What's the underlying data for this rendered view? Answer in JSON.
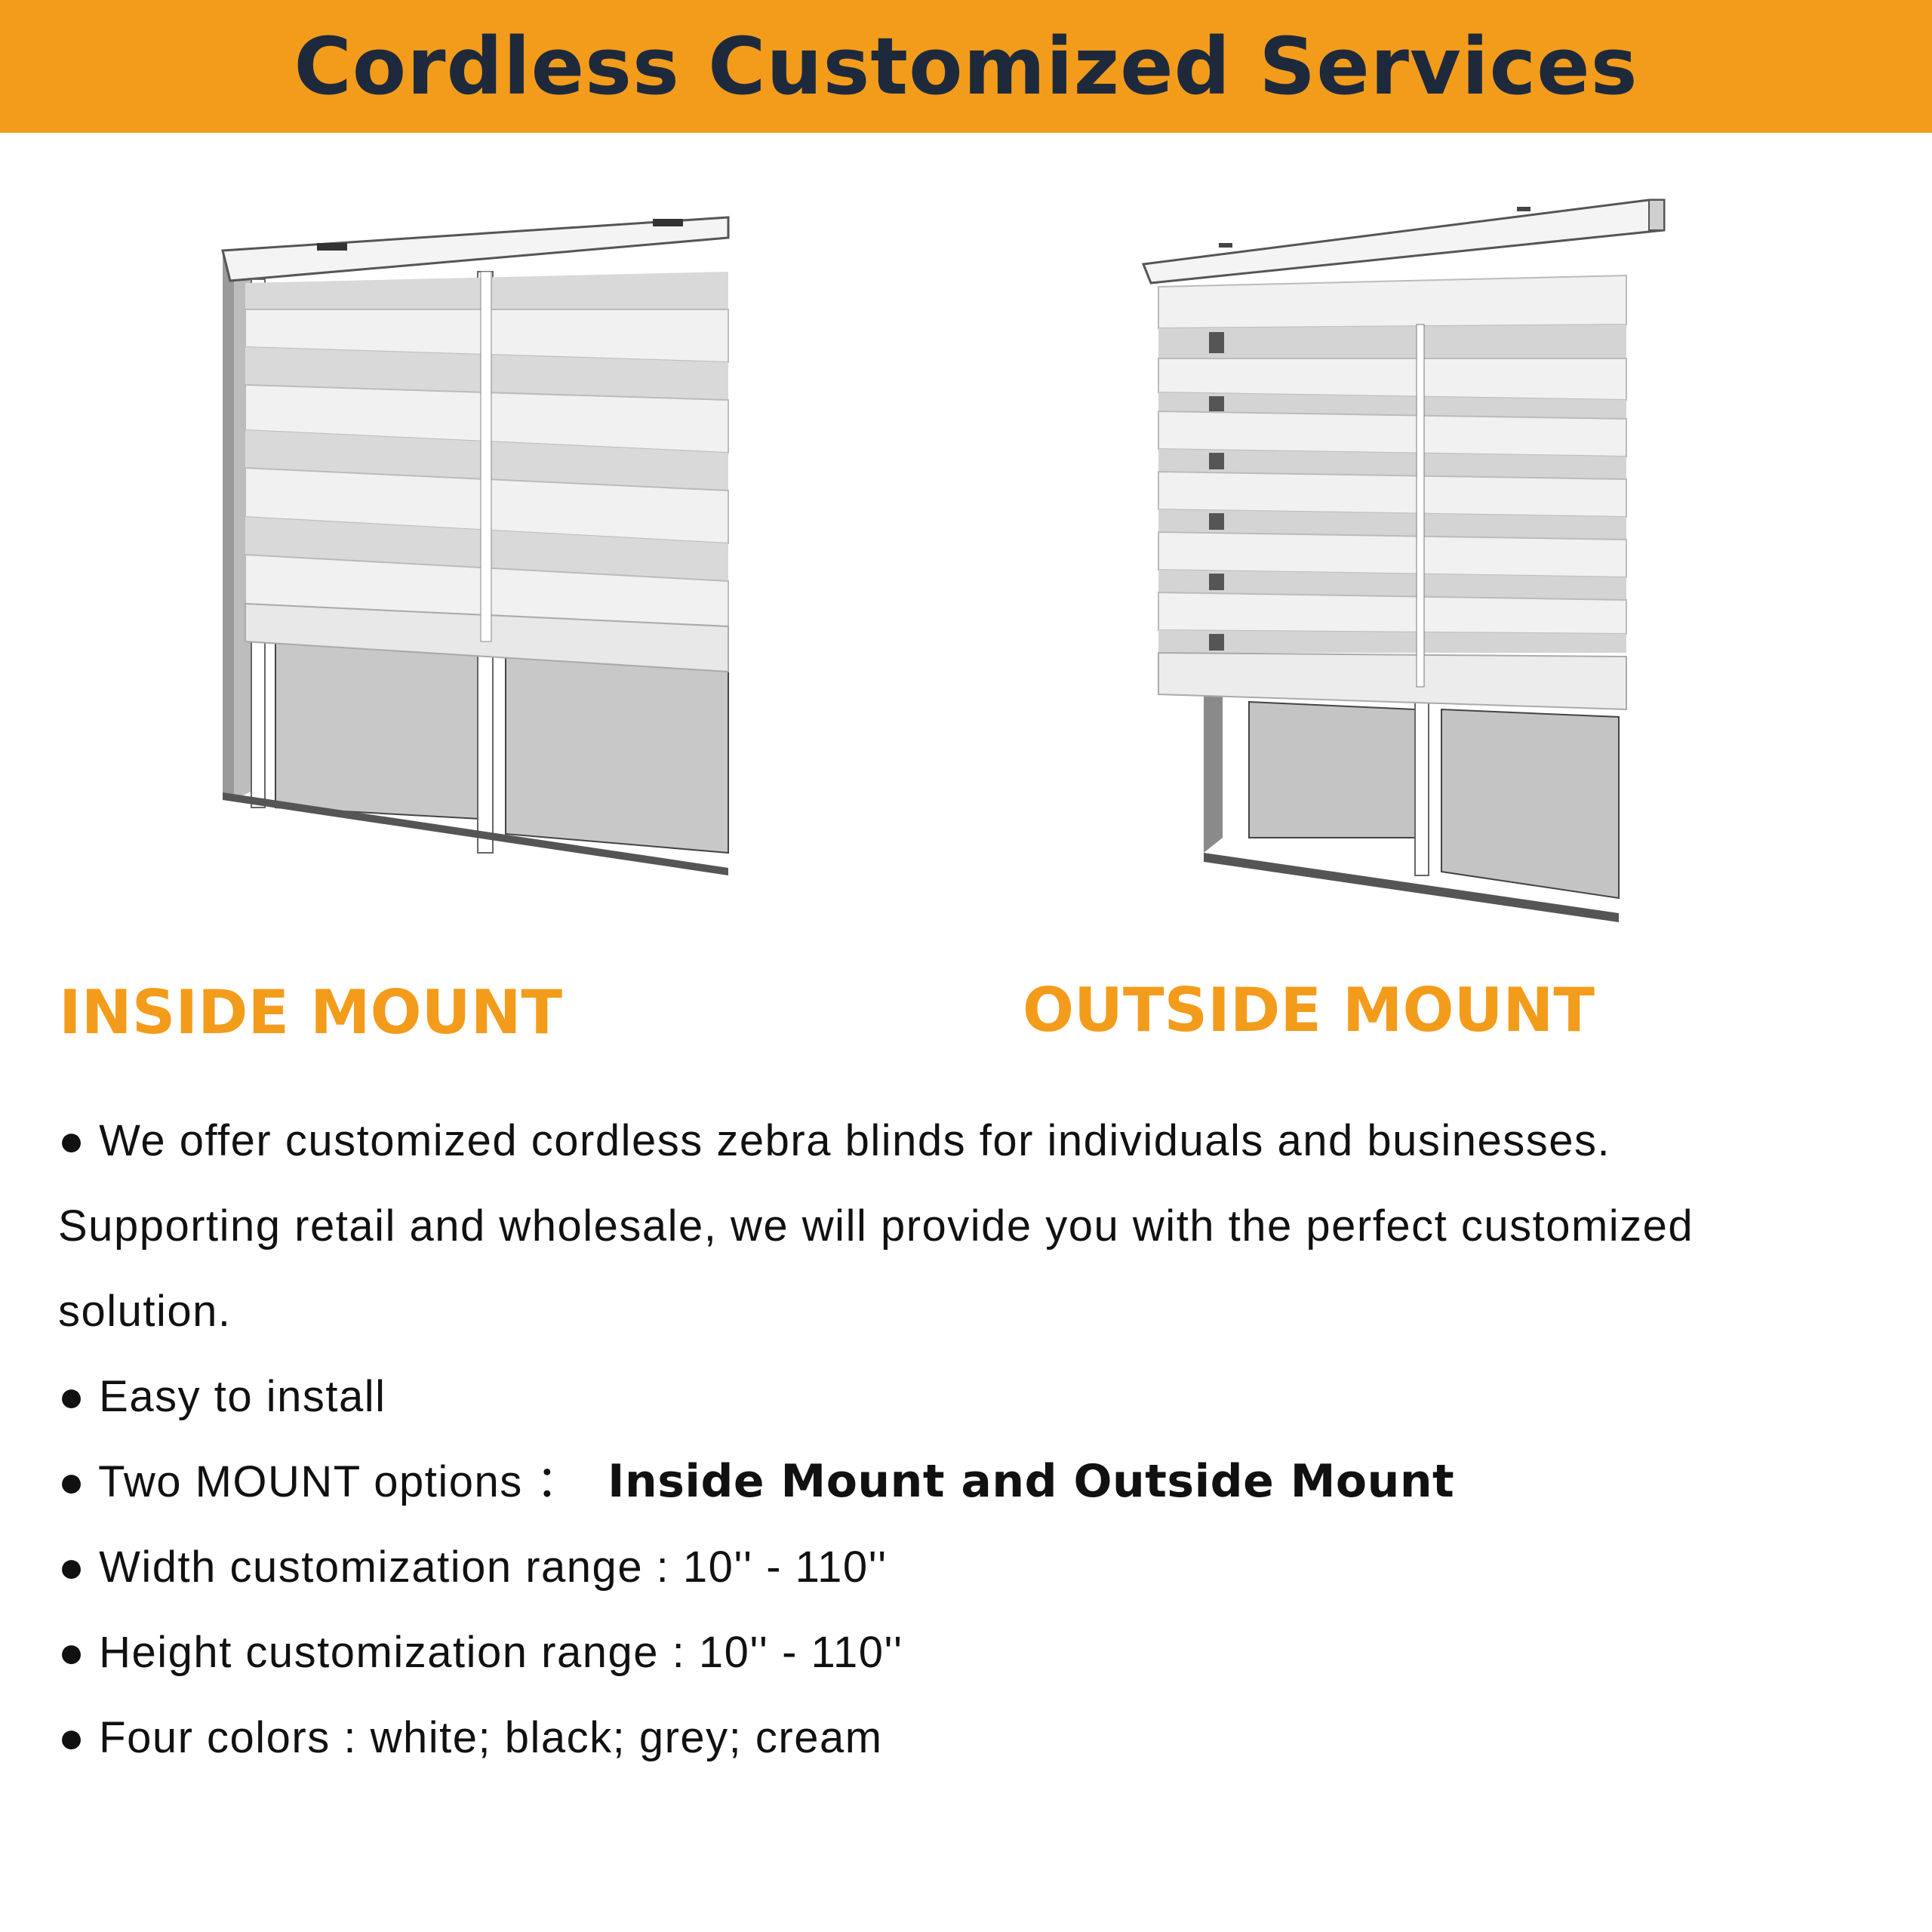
{
  "header": {
    "title": "Cordless Customized Services"
  },
  "mounts": {
    "inside_label": "INSIDE MOUNT",
    "outside_label": "OUTSIDE MOUNT"
  },
  "description": {
    "line1": "● We offer customized cordless zebra blinds for individuals and businesses.",
    "line2": "Supporting retail and wholesale, we will provide you with the perfect customized",
    "line3": "solution.",
    "install": "● Easy to install",
    "mount_prefix": "● Two MOUNT options ：  ",
    "mount_options": "Inside Mount and Outside Mount",
    "width": "● Width customization range : 10'' - 110''",
    "height": "● Height customization range : 10'' - 110''",
    "colors": "● Four colors : white; black; grey; cream"
  },
  "colors": {
    "banner": "#f39c1b",
    "title": "#1e2a3c",
    "label": "#f39c1b"
  }
}
